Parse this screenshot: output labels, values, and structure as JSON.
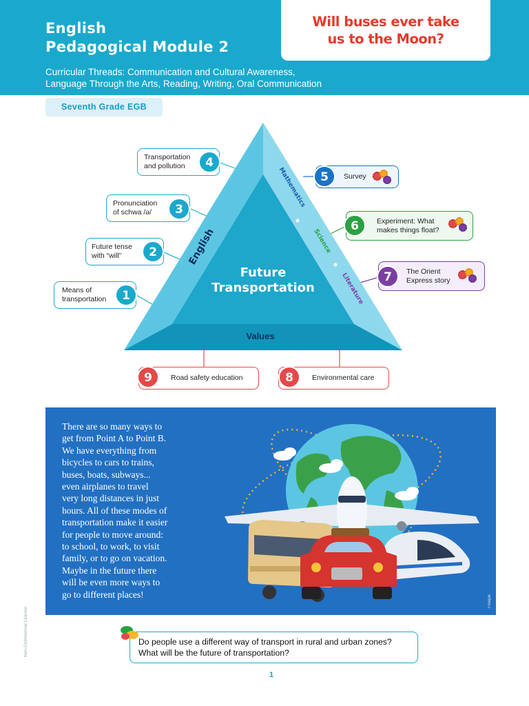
{
  "header": {
    "title_line1": "English",
    "title_line2": "Pedagogical Module 2",
    "question": "Will buses ever take us to the Moon?",
    "threads_line1": "Curricular Threads: Communication and Cultural Awareness,",
    "threads_line2": "Language Through the Arts, Reading, Writing, Oral Communication",
    "color": "#1aa9cc"
  },
  "grade": "Seventh Grade EGB",
  "diagram": {
    "center_line1": "Future",
    "center_line2": "Transportation",
    "left_side": "English",
    "right_side_labels": [
      "Mathematics",
      "Science",
      "Literature"
    ],
    "base": "Values",
    "items": [
      {
        "num": "1",
        "text_line1": "Means of",
        "text_line2": "transportation",
        "color": "#1aa9cc"
      },
      {
        "num": "2",
        "text_line1": "Future tense",
        "text_line2": "with “will”",
        "color": "#1aa9cc"
      },
      {
        "num": "3",
        "text_line1": "Pronunciation",
        "text_line2": "of schwa /ə/",
        "color": "#1aa9cc"
      },
      {
        "num": "4",
        "text_line1": "Transportation",
        "text_line2": "and pollution",
        "color": "#1aa9cc"
      },
      {
        "num": "5",
        "text_line1": "Survey",
        "text_line2": "",
        "color": "#1a73c4"
      },
      {
        "num": "6",
        "text_line1": "Experiment: What",
        "text_line2": "makes things float?",
        "color": "#2aa142"
      },
      {
        "num": "7",
        "text_line1": "The Orient",
        "text_line2": "Express story",
        "color": "#7b3ea3"
      },
      {
        "num": "8",
        "text_line1": "Environmental care",
        "text_line2": "",
        "color": "#e4494a"
      },
      {
        "num": "9",
        "text_line1": "Road safety education",
        "text_line2": "",
        "color": "#e4494a"
      }
    ],
    "icons": [
      "gears-icon"
    ]
  },
  "reading": {
    "lines": [
      "There are so many ways to",
      "get from Point A to Point B.",
      "We have everything from",
      "bicycles to cars to trains,",
      "buses, boats, subways...",
      "even airplanes to travel",
      "very long distances in just",
      "hours. All of these modes of",
      "transportation make it easier",
      "for people to move around:",
      "to school, to work, to visit",
      "family, or to go on vacation.",
      "Maybe in the future there",
      "will be even more ways to",
      "go to different places!"
    ],
    "credit": "Freepik",
    "panel_color": "#2270c2"
  },
  "discussion": {
    "line1": "Do people use a different way of transport in rural and urban zones?",
    "line2": "What will be the future of transportation?"
  },
  "page_number": "1",
  "license": "Non-Commercial License"
}
